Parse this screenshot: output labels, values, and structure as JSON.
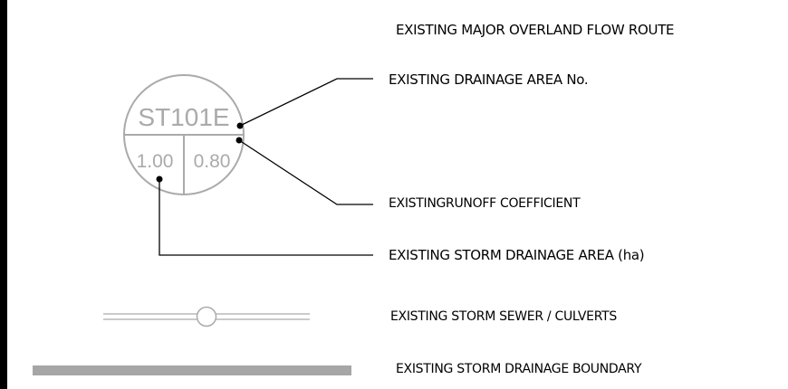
{
  "symbol": {
    "area_no": "ST101E",
    "area_ha": "1.00",
    "runoff_coefficient": "0.80"
  },
  "labels": {
    "overland_flow": "EXISTING MAJOR OVERLAND FLOW ROUTE",
    "drainage_area_no": "EXISTING DRAINAGE AREA No.",
    "runoff_coefficient": "EXISTINGRUNOFF COEFFICIENT",
    "storm_drainage_area": "EXISTING STORM DRAINAGE AREA (ha)",
    "storm_sewer": "EXISTING STORM SEWER / CULVERTS",
    "drainage_boundary": "EXISTING STORM DRAINAGE BOUNDARY"
  },
  "colors": {
    "symbol_gray": "#aaaaaa",
    "boundary_gray": "#a6a6a6",
    "leader": "#000000"
  }
}
